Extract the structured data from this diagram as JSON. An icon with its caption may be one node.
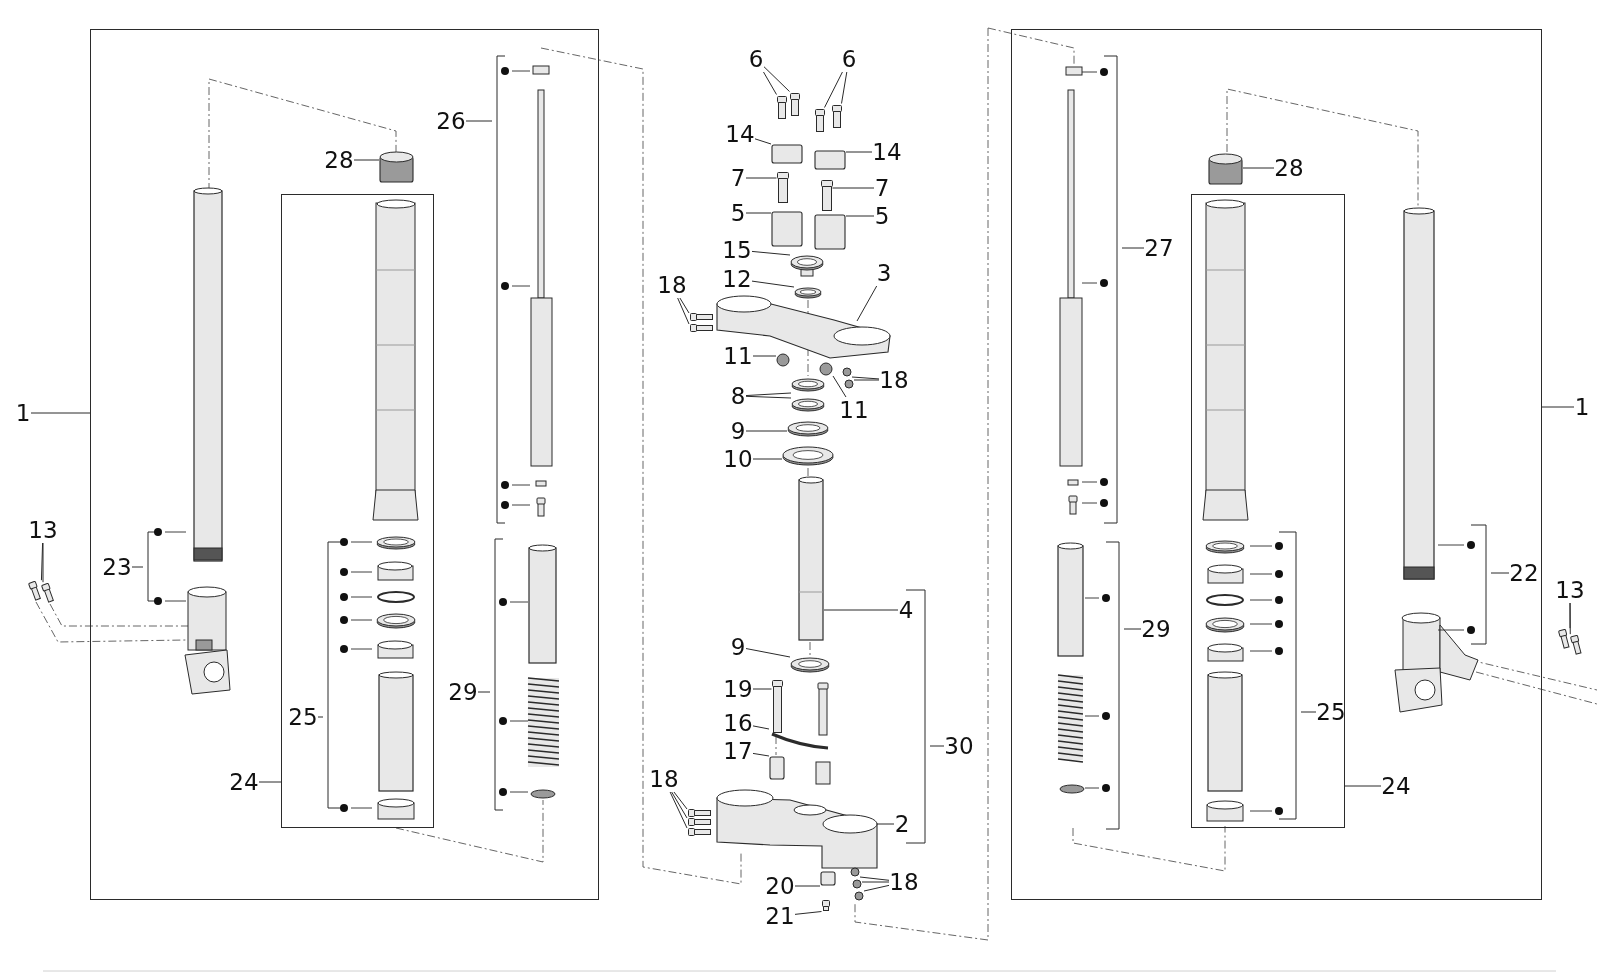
{
  "diagram": {
    "nodes": [
      {
        "text": [
          "1"
        ]
      },
      {
        "text": [
          "13"
        ]
      },
      {
        "text": [
          "23"
        ],
        "in": 45
      },
      {
        "text": [
          "28"
        ],
        "in": 45
      },
      {
        "text": [
          "26"
        ],
        "in": 45
      },
      {
        "text": [
          "25"
        ],
        "in": 46
      },
      {
        "text": [
          "24"
        ],
        "in": 45
      },
      {
        "text": [
          "29"
        ],
        "in": 45
      },
      {
        "text": [
          "6"
        ]
      },
      {
        "text": [
          "6"
        ]
      },
      {
        "text": [
          "14"
        ]
      },
      {
        "text": [
          "14"
        ]
      },
      {
        "text": [
          "7"
        ]
      },
      {
        "text": [
          "7"
        ]
      },
      {
        "text": [
          "5"
        ]
      },
      {
        "text": [
          "5"
        ]
      },
      {
        "text": [
          "15"
        ]
      },
      {
        "text": [
          "12"
        ]
      },
      {
        "text": [
          "3"
        ]
      },
      {
        "text": [
          "18"
        ]
      },
      {
        "text": [
          "11"
        ]
      },
      {
        "text": [
          "18"
        ]
      },
      {
        "text": [
          "11"
        ]
      },
      {
        "text": [
          "8"
        ]
      },
      {
        "text": [
          "9"
        ]
      },
      {
        "text": [
          "10"
        ]
      },
      {
        "text": [
          "4"
        ]
      },
      {
        "text": [
          "9"
        ]
      },
      {
        "text": [
          "19"
        ]
      },
      {
        "text": [
          "16"
        ]
      },
      {
        "text": [
          "17"
        ]
      },
      {
        "text": [
          "30"
        ]
      },
      {
        "text": [
          "18"
        ]
      },
      {
        "text": [
          "2"
        ]
      },
      {
        "text": [
          "20"
        ]
      },
      {
        "text": [
          "21"
        ]
      },
      {
        "text": [
          "18"
        ]
      },
      {
        "text": [
          "27"
        ],
        "in": 92
      },
      {
        "text": [
          "28"
        ],
        "in": 92
      },
      {
        "text": [
          "22"
        ],
        "in": 92
      },
      {
        "text": [
          "13"
        ]
      },
      {
        "text": [
          "1"
        ]
      },
      {
        "text": [
          "29"
        ],
        "in": 92
      },
      {
        "text": [
          "25"
        ],
        "in": 93
      },
      {
        "text": [
          "24"
        ],
        "in": 92
      },
      {
        "text": [],
        "shape": "box"
      },
      {
        "text": [],
        "shape": "box",
        "in": 45
      },
      {
        "text": [],
        "shape": "bolt"
      },
      {
        "text": [],
        "shape": "bolt"
      },
      {
        "text": [],
        "shape": "bracket",
        "in": 45
      },
      {
        "text": [],
        "shape": "block",
        "in": 45
      },
      {
        "text": [],
        "shape": "bracket",
        "in": 45
      },
      {
        "text": [],
        "shape": "bracket",
        "in": 46
      },
      {
        "text": [],
        "shape": "bracket",
        "in": 45
      },
      {
        "text": [],
        "shape": "bolt"
      },
      {
        "text": [],
        "shape": "bolt"
      },
      {
        "text": [],
        "shape": "bolt"
      },
      {
        "text": [],
        "shape": "bolt"
      },
      {
        "text": [],
        "shape": "block"
      },
      {
        "text": [],
        "shape": "block"
      },
      {
        "text": [],
        "shape": "bolt"
      },
      {
        "text": [],
        "shape": "bolt"
      },
      {
        "text": [],
        "shape": "block"
      },
      {
        "text": [],
        "shape": "block"
      },
      {
        "text": [],
        "shape": "ring"
      },
      {
        "text": [],
        "shape": "ring"
      },
      {
        "text": [],
        "shape": "clamp"
      },
      {
        "text": [],
        "shape": "bolt"
      },
      {
        "text": [],
        "shape": "bolt"
      },
      {
        "text": [],
        "shape": "nut"
      },
      {
        "text": [],
        "shape": "nut"
      },
      {
        "text": [],
        "shape": "nut"
      },
      {
        "text": [],
        "shape": "nut"
      },
      {
        "text": [],
        "shape": "ring"
      },
      {
        "text": [],
        "shape": "ring"
      },
      {
        "text": [],
        "shape": "ring"
      },
      {
        "text": [],
        "shape": "ring"
      },
      {
        "text": [],
        "shape": "tube"
      },
      {
        "text": [],
        "shape": "ring"
      },
      {
        "text": [],
        "shape": "bolt"
      },
      {
        "text": [],
        "shape": "arc"
      },
      {
        "text": [],
        "shape": "block"
      },
      {
        "text": [],
        "shape": "bracket"
      },
      {
        "text": [],
        "shape": "bolt"
      },
      {
        "text": [],
        "shape": "bolt"
      },
      {
        "text": [],
        "shape": "bolt"
      },
      {
        "text": [],
        "shape": "clamp"
      },
      {
        "text": [],
        "shape": "block"
      },
      {
        "text": [],
        "shape": "bolt"
      },
      {
        "text": [],
        "shape": "nut"
      },
      {
        "text": [],
        "shape": "nut"
      },
      {
        "text": [],
        "shape": "nut"
      },
      {
        "text": [],
        "shape": "box"
      },
      {
        "text": [],
        "shape": "box",
        "in": 92
      },
      {
        "text": [],
        "shape": "bracket",
        "in": 92
      },
      {
        "text": [],
        "shape": "block",
        "in": 92
      },
      {
        "text": [],
        "shape": "bracket",
        "in": 92
      },
      {
        "text": [],
        "shape": "bolt"
      },
      {
        "text": [],
        "shape": "bolt"
      },
      {
        "text": [],
        "shape": "bracket",
        "in": 92
      },
      {
        "text": [],
        "shape": "bracket",
        "in": 93
      }
    ],
    "edges": [
      {
        "from": 0,
        "to": 45,
        "arrow": "none"
      },
      {
        "from": 1,
        "to": 47,
        "arrow": "none"
      },
      {
        "from": 1,
        "to": 48,
        "arrow": "none"
      },
      {
        "from": 2,
        "to": 49,
        "arrow": "none"
      },
      {
        "from": 3,
        "to": 50,
        "arrow": "none"
      },
      {
        "from": 4,
        "to": 51,
        "arrow": "none"
      },
      {
        "from": 5,
        "to": 52,
        "arrow": "none"
      },
      {
        "from": 6,
        "to": 46,
        "arrow": "none"
      },
      {
        "from": 7,
        "to": 53,
        "arrow": "none"
      },
      {
        "from": 8,
        "to": 54,
        "arrow": "none"
      },
      {
        "from": 8,
        "to": 55,
        "arrow": "none"
      },
      {
        "from": 9,
        "to": 56,
        "arrow": "none"
      },
      {
        "from": 9,
        "to": 57,
        "arrow": "none"
      },
      {
        "from": 10,
        "to": 58,
        "arrow": "none"
      },
      {
        "from": 11,
        "to": 59,
        "arrow": "none"
      },
      {
        "from": 12,
        "to": 60,
        "arrow": "none"
      },
      {
        "from": 13,
        "to": 61,
        "arrow": "none"
      },
      {
        "from": 14,
        "to": 62,
        "arrow": "none"
      },
      {
        "from": 15,
        "to": 63,
        "arrow": "none"
      },
      {
        "from": 16,
        "to": 64,
        "arrow": "none"
      },
      {
        "from": 17,
        "to": 65,
        "arrow": "none"
      },
      {
        "from": 18,
        "to": 66,
        "arrow": "none"
      },
      {
        "from": 19,
        "to": 67,
        "arrow": "none"
      },
      {
        "from": 19,
        "to": 68,
        "arrow": "none"
      },
      {
        "from": 20,
        "to": 69,
        "arrow": "none"
      },
      {
        "from": 21,
        "to": 71,
        "arrow": "none"
      },
      {
        "from": 21,
        "to": 72,
        "arrow": "none"
      },
      {
        "from": 22,
        "to": 70,
        "arrow": "none"
      },
      {
        "from": 23,
        "to": 73,
        "arrow": "none"
      },
      {
        "from": 23,
        "to": 74,
        "arrow": "none"
      },
      {
        "from": 24,
        "to": 75,
        "arrow": "none"
      },
      {
        "from": 25,
        "to": 76,
        "arrow": "none"
      },
      {
        "from": 26,
        "to": 77,
        "arrow": "none"
      },
      {
        "from": 27,
        "to": 78,
        "arrow": "none"
      },
      {
        "from": 28,
        "to": 79,
        "arrow": "none"
      },
      {
        "from": 29,
        "to": 80,
        "arrow": "none"
      },
      {
        "from": 30,
        "to": 81,
        "arrow": "none"
      },
      {
        "from": 31,
        "to": 82,
        "arrow": "none"
      },
      {
        "from": 32,
        "to": 83,
        "arrow": "none"
      },
      {
        "from": 32,
        "to": 84,
        "arrow": "none"
      },
      {
        "from": 32,
        "to": 85,
        "arrow": "none"
      },
      {
        "from": 33,
        "to": 86,
        "arrow": "none"
      },
      {
        "from": 34,
        "to": 87,
        "arrow": "none"
      },
      {
        "from": 35,
        "to": 88,
        "arrow": "none"
      },
      {
        "from": 36,
        "to": 89,
        "arrow": "none"
      },
      {
        "from": 36,
        "to": 90,
        "arrow": "none"
      },
      {
        "from": 36,
        "to": 91,
        "arrow": "none"
      },
      {
        "from": 37,
        "to": 94,
        "arrow": "none"
      },
      {
        "from": 38,
        "to": 95,
        "arrow": "none"
      },
      {
        "from": 39,
        "to": 96,
        "arrow": "none"
      },
      {
        "from": 40,
        "to": 97,
        "arrow": "none"
      },
      {
        "from": 40,
        "to": 98,
        "arrow": "none"
      },
      {
        "from": 41,
        "to": 92,
        "arrow": "none"
      },
      {
        "from": 42,
        "to": 99,
        "arrow": "none"
      },
      {
        "from": 43,
        "to": 100,
        "arrow": "none"
      },
      {
        "from": 44,
        "to": 93,
        "arrow": "none"
      }
    ]
  }
}
